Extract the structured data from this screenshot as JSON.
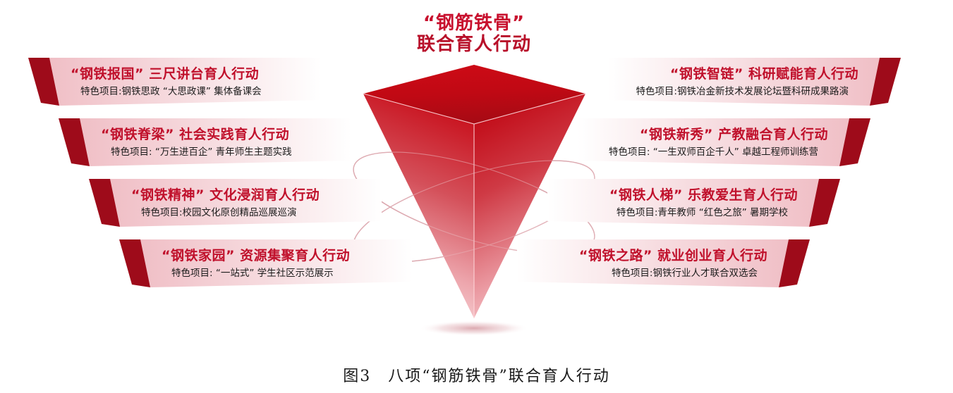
{
  "center": {
    "title_line1": "“钢筋铁骨”",
    "title_line2": "联合育人行动",
    "accent_color": "#c8102e"
  },
  "caption": "图3　八项“钢筋铁骨”联合育人行动",
  "banners": {
    "left": [
      {
        "title": "“钢铁报国” 三尺讲台育人行动",
        "subtitle": "特色项目:钢铁思政 “大思政课” 集体备课会"
      },
      {
        "title": "“钢铁脊梁” 社会实践育人行动",
        "subtitle": "特色项目: “万生进百企” 青年师生主题实践"
      },
      {
        "title": "“钢铁精神” 文化浸润育人行动",
        "subtitle": "特色项目:校园文化原创精品巡展巡演"
      },
      {
        "title": "“钢铁家园” 资源集聚育人行动",
        "subtitle": "特色项目: “一站式” 学生社区示范展示"
      }
    ],
    "right": [
      {
        "title": "“钢铁智链” 科研赋能育人行动",
        "subtitle": "特色项目:钢铁冶金新技术发展论坛暨科研成果路演"
      },
      {
        "title": "“钢铁新秀” 产教融合育人行动",
        "subtitle": "特色项目: “一生双师百企千人” 卓越工程师训练营"
      },
      {
        "title": "“钢铁人梯” 乐教爱生育人行动",
        "subtitle": "特色项目:青年教师 “红色之旅” 暑期学校"
      },
      {
        "title": "“钢铁之路” 就业创业育人行动",
        "subtitle": "特色项目:钢铁行业人才联合双选会"
      }
    ]
  },
  "palette": {
    "deep_red": "#c00000",
    "dark_red": "#9e0b1a",
    "banner_pink": "#f3c9cf",
    "title_red": "#c8102e",
    "body_text": "#1c1c1c"
  }
}
